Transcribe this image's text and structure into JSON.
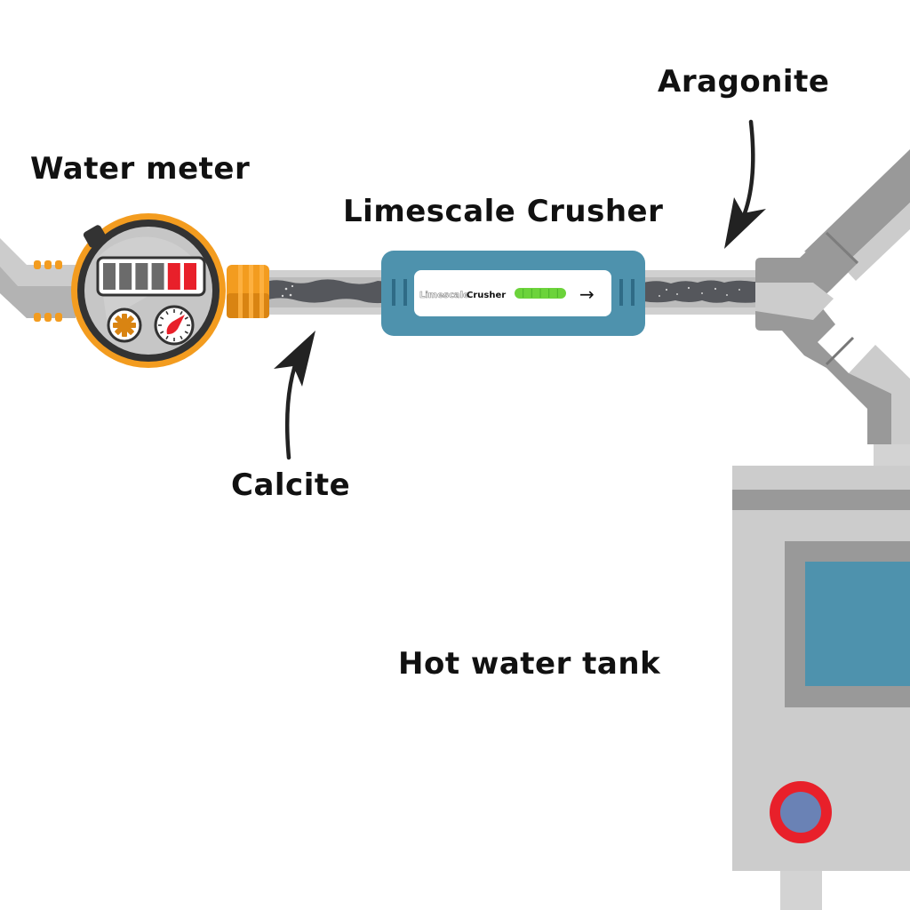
{
  "labels": {
    "water_meter": "Water meter",
    "limescale_crusher": "Limescale Crusher",
    "aragonite": "Aragonite",
    "calcite": "Calcite",
    "hot_water_tank": "Hot water tank"
  },
  "crusher_device": {
    "brand_light": "Limescale",
    "brand_bold": "Crusher",
    "indicator_segments": 6,
    "flow_arrow": "→"
  },
  "water_meter_display": {
    "segments_total": 6,
    "segments_red": 2
  },
  "colors": {
    "pipe_light": "#cccccc",
    "pipe_mid": "#b3b3b3",
    "pipe_dark": "#999999",
    "scale_deposit": "#55575c",
    "meter_orange": "#f39c1f",
    "meter_dark_orange": "#d98412",
    "meter_face": "#c6c6c6",
    "meter_rim": "#333333",
    "alert_red": "#e8202a",
    "device_blue": "#4e92ad",
    "device_dark_blue": "#2f6b86",
    "led_green": "#6cd33b",
    "tank_grey": "#cccccc",
    "tank_dark": "#999999",
    "window_blue": "#4e92ad",
    "knob_red": "#e8202a",
    "knob_blue": "#6a82b5",
    "text_dark": "#111111"
  }
}
